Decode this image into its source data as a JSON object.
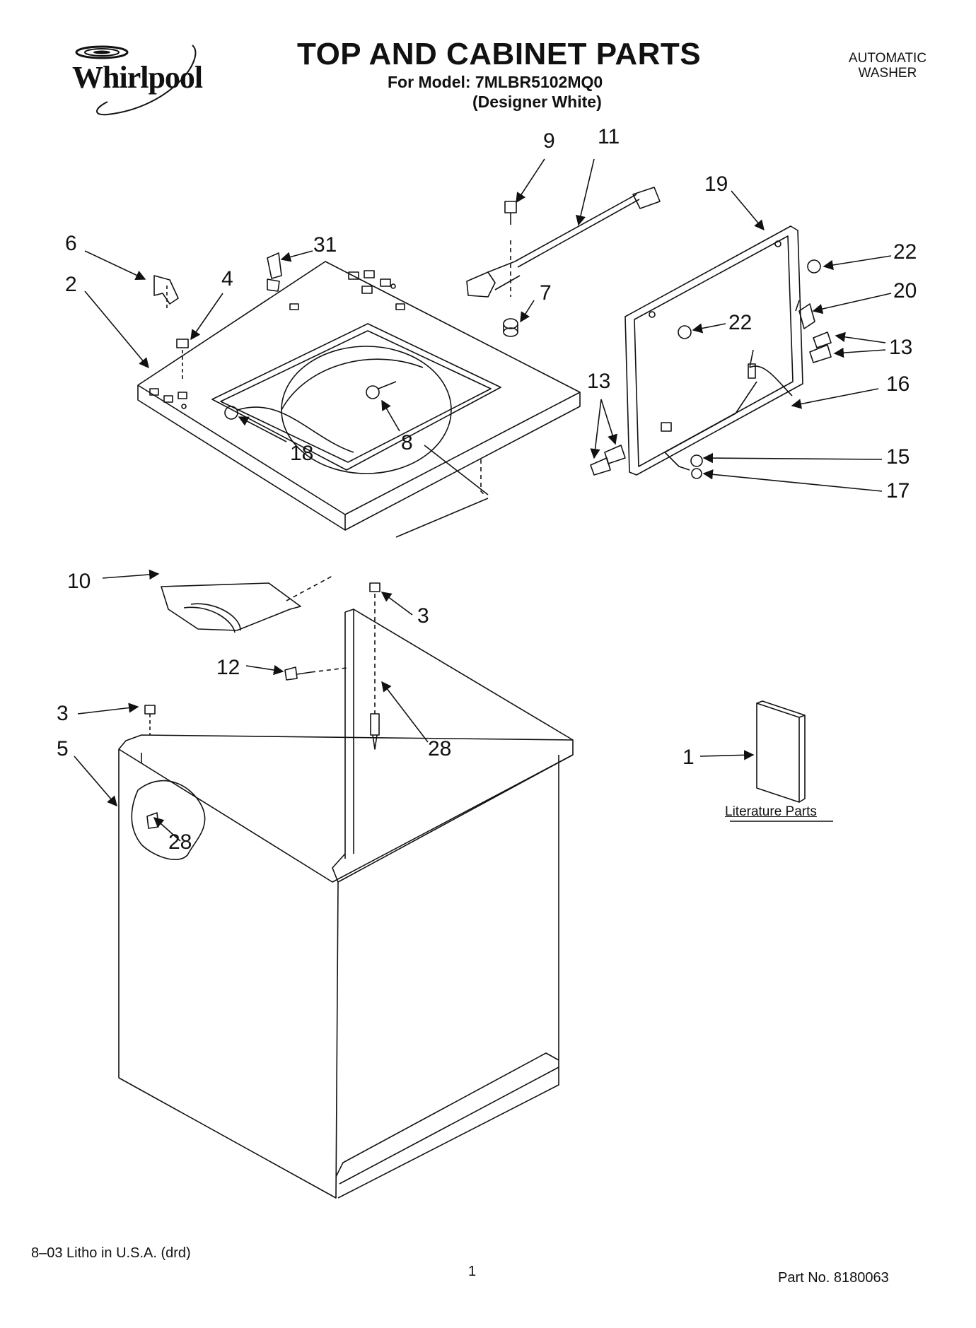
{
  "header": {
    "brand": "Whirlpool",
    "title": "TOP AND CABINET PARTS",
    "model_line": "For Model: 7MLBR5102MQ0",
    "variant": "(Designer White)",
    "appliance_type": [
      "AUTOMATIC",
      "WASHER"
    ]
  },
  "callouts": [
    {
      "id": "c9",
      "text": "9"
    },
    {
      "id": "c11",
      "text": "11"
    },
    {
      "id": "c19",
      "text": "19"
    },
    {
      "id": "c6",
      "text": "6"
    },
    {
      "id": "c31",
      "text": "31"
    },
    {
      "id": "c2",
      "text": "2"
    },
    {
      "id": "c4",
      "text": "4"
    },
    {
      "id": "c7",
      "text": "7"
    },
    {
      "id": "c22a",
      "text": "22"
    },
    {
      "id": "c20",
      "text": "20"
    },
    {
      "id": "c22b",
      "text": "22"
    },
    {
      "id": "c13a",
      "text": "13"
    },
    {
      "id": "c13b",
      "text": "13"
    },
    {
      "id": "c16",
      "text": "16"
    },
    {
      "id": "c8",
      "text": "8"
    },
    {
      "id": "c18",
      "text": "18"
    },
    {
      "id": "c15",
      "text": "15"
    },
    {
      "id": "c17",
      "text": "17"
    },
    {
      "id": "c10",
      "text": "10"
    },
    {
      "id": "c3a",
      "text": "3"
    },
    {
      "id": "c12",
      "text": "12"
    },
    {
      "id": "c3b",
      "text": "3"
    },
    {
      "id": "c28a",
      "text": "28"
    },
    {
      "id": "c5",
      "text": "5"
    },
    {
      "id": "c1",
      "text": "1"
    },
    {
      "id": "c28b",
      "text": "28"
    }
  ],
  "literature_label": "Literature Parts",
  "footer": {
    "print_info": "8–03 Litho in U.S.A. (drd)",
    "page_number": "1",
    "part_number": "Part No. 8180063"
  }
}
